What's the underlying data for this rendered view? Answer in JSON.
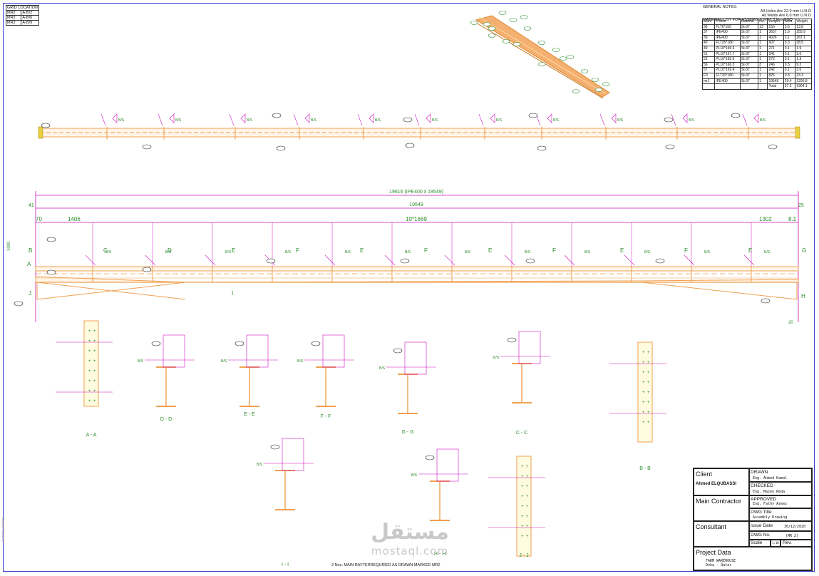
{
  "grid_location": {
    "title": "GRID LOCATION",
    "rows": [
      [
        "MR2",
        "A-B/2"
      ],
      [
        "MR2",
        "A-B/6"
      ],
      [
        "MR2",
        "A-B/9"
      ]
    ]
  },
  "general_notes": {
    "label": "GENERAL NOTES:",
    "holes": "All Holes Are  22.0     mm U.N.O",
    "welds": "All Welds Are  6.0      mm U.N.O",
    "assembly": "MATERIAL LIST FOR ASSEMBLY  MR2    3   Nos  BGD"
  },
  "material_list": {
    "headers": [
      "Mark",
      "Profile",
      "Material",
      "No.",
      "Length",
      "Area",
      "Weight"
    ],
    "rows": [
      [
        "36",
        "FLT6*150",
        "St-37",
        "13",
        "150",
        "0.6",
        "13.8"
      ],
      [
        "37",
        "IPE400",
        "St-37",
        "1",
        "3657",
        "2.9",
        "255.9"
      ],
      [
        "39",
        "IPE400",
        "St-37",
        "1",
        "4026",
        "3.1",
        "267.1"
      ],
      [
        "40",
        "FLT25*180",
        "St-37",
        "1",
        "607",
        "0.3",
        "28.5"
      ],
      [
        "49",
        "PL10*166.6",
        "St-37",
        "1",
        "271",
        "0.1",
        "1.9"
      ],
      [
        "51",
        "PL10*167.7",
        "St-37",
        "1",
        "241",
        "0.1",
        "3.0"
      ],
      [
        "52",
        "PL10*165.6",
        "St-37",
        "1",
        "272",
        "0.1",
        "1.9"
      ],
      [
        "56",
        "PL10*166.3",
        "St-37",
        "3",
        "246",
        "0.3",
        "9.2"
      ],
      [
        "57",
        "PL10*169.4",
        "St-37",
        "1",
        "242",
        "0.1",
        "3.0"
      ],
      [
        "F3",
        "FLT20*180",
        "St-37",
        "1",
        "825",
        "0.3",
        "23.3"
      ],
      [
        "mr1",
        "IPE400",
        "St-37",
        "1",
        "19549",
        "29.4",
        "1296.8"
      ],
      [
        "",
        "",
        "",
        "",
        "Total",
        "37.2",
        "1904.1"
      ]
    ]
  },
  "dims": {
    "overall": "19616 (IPE400 x 19549)",
    "length": "19549",
    "left_end": "41",
    "right_end": "25",
    "first": "70",
    "first_space": "1406",
    "spacing": "10*1669",
    "last_space": "1302",
    "last": "8.1",
    "height": "1000",
    "bottom_right": "20"
  },
  "section_letters": [
    "A",
    "B",
    "C",
    "D",
    "E",
    "F",
    "E",
    "F",
    "E",
    "F",
    "E",
    "F",
    "E",
    "G",
    "H",
    "J",
    "I"
  ],
  "weld_label": "B/S",
  "sections": [
    {
      "label": "A - A"
    },
    {
      "label": "D - D"
    },
    {
      "label": "E - E"
    },
    {
      "label": "F - F"
    },
    {
      "label": "G - G"
    },
    {
      "label": "C - C"
    },
    {
      "label": "B - B"
    },
    {
      "label": "I - I"
    },
    {
      "label": "H - H"
    },
    {
      "label": "J - J"
    }
  ],
  "title_block": {
    "client_label": "Client",
    "client_value": "Ahmed ELQUBASSI",
    "main_contractor_label": "Main Contractor",
    "consultant_label": "Consultant",
    "project_label": "Project Data",
    "project_line1": "FARM WAREHOUSE",
    "project_line2": "Doha - Qatar",
    "drawn_label": "DRAWN",
    "drawn_value": "Eng. Ahmed Kamal",
    "checked_label": "CHECKED",
    "checked_value": "Eng. Mazen Reda",
    "approved_label": "APPROVED",
    "approved_value": "Eng. Fathy Azeez",
    "dwg_title_label": "DWG Title",
    "dwg_title_value": "Assembly Drawing",
    "issue_label": "Issue Date",
    "issue_value": "30/12/2020",
    "dwg_no_label": "DWG No.",
    "dwg_no_value": "(MR 2)",
    "scale_label": "Scale",
    "scale_value": "1:10",
    "rev_label": "Rev."
  },
  "footnote": "3      Nos.  MAIN RAFTERREQUIRED AS DRAWN MARKED  MR2",
  "watermark": {
    "arabic": "مستقل",
    "latin": "mostaql.com"
  },
  "colors": {
    "steel": "#f0a050",
    "dim": "#d010c0",
    "text": "#2a8a2a",
    "frame": "#3a3ad0"
  }
}
